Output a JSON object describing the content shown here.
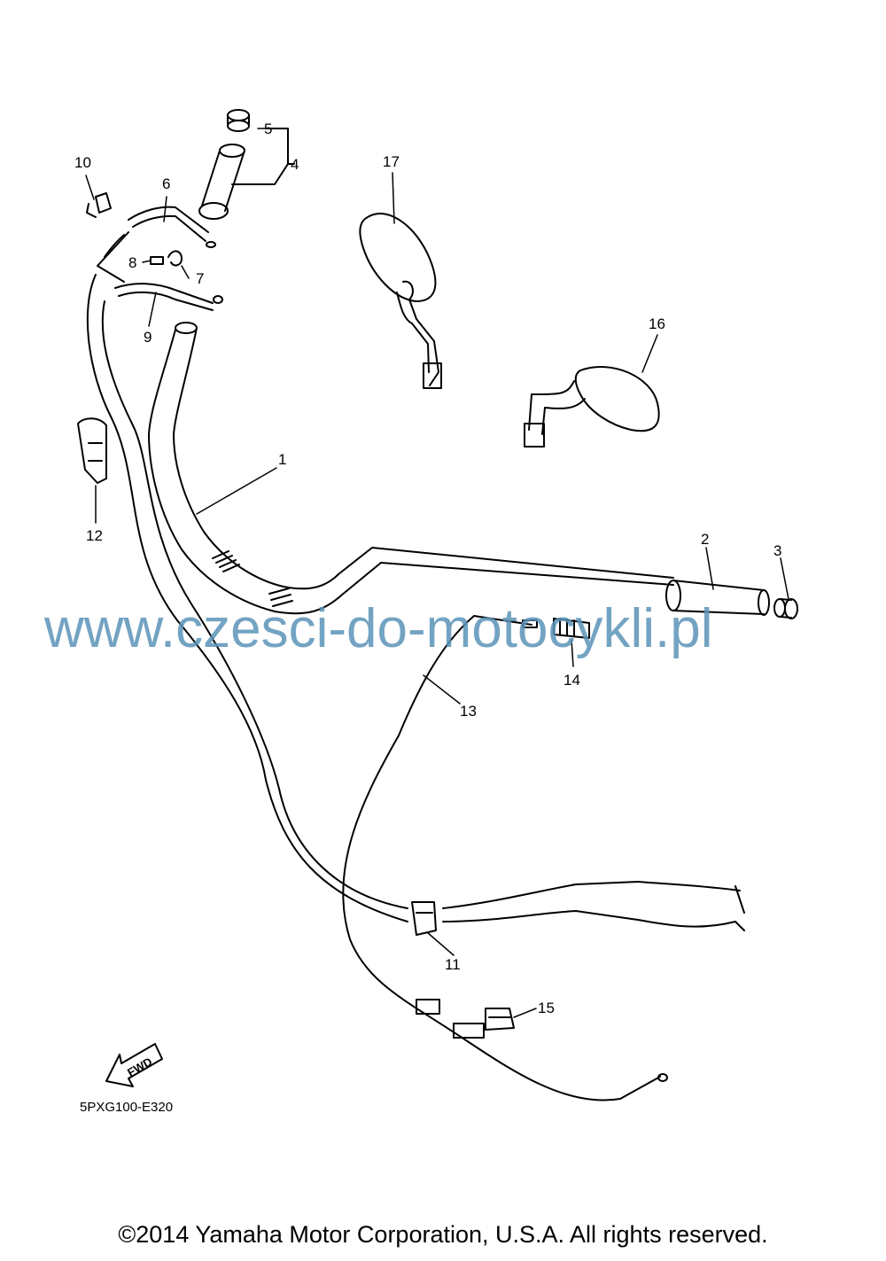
{
  "callouts": [
    {
      "id": "1",
      "label": "1"
    },
    {
      "id": "2",
      "label": "2"
    },
    {
      "id": "3",
      "label": "3"
    },
    {
      "id": "4",
      "label": "4"
    },
    {
      "id": "5",
      "label": "5"
    },
    {
      "id": "6",
      "label": "6"
    },
    {
      "id": "7",
      "label": "7"
    },
    {
      "id": "8",
      "label": "8"
    },
    {
      "id": "9",
      "label": "9"
    },
    {
      "id": "10",
      "label": "10"
    },
    {
      "id": "11",
      "label": "11"
    },
    {
      "id": "12",
      "label": "12"
    },
    {
      "id": "13",
      "label": "13"
    },
    {
      "id": "14",
      "label": "14"
    },
    {
      "id": "15",
      "label": "15"
    },
    {
      "id": "16",
      "label": "16"
    },
    {
      "id": "17",
      "label": "17"
    }
  ],
  "diagram_code": "5PXG100-E320",
  "fwd_label": "FWD",
  "watermark": "www.czesci-do-motocykli.pl",
  "copyright": "©2014 Yamaha Motor Corporation, U.S.A. All rights reserved."
}
